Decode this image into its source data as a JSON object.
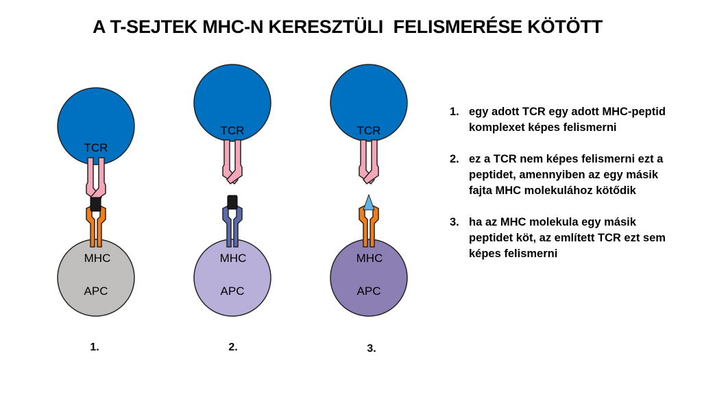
{
  "title": "A T-SEJTEK MHC-N KERESZTÜLI  FELISMERÉSE KÖTÖTT",
  "colors": {
    "tcell": "#0070c0",
    "tcr": "#f4a7b9",
    "mhc_orange": "#f07d17",
    "mhc_blue": "#5b6aa8",
    "peptide_black": "#1a1a1a",
    "peptide_blue": "#63b4e6",
    "apc_gray": "#c0bfbd",
    "apc_lavender": "#b8b0d8",
    "apc_purple": "#8c7fb4"
  },
  "panels": [
    {
      "tcr_label": "TCR",
      "mhc_label": "MHC",
      "apc_label": "APC",
      "number": "1."
    },
    {
      "tcr_label": "TCR",
      "mhc_label": "MHC",
      "apc_label": "APC",
      "number": "2."
    },
    {
      "tcr_label": "TCR",
      "mhc_label": "MHC",
      "apc_label": "APC",
      "number": "3."
    }
  ],
  "notes": [
    {
      "num": "1.",
      "text": "egy adott TCR egy adott MHC-peptid komplexet képes felismerni"
    },
    {
      "num": "2.",
      "text": "ez a TCR nem képes felismerni ezt a peptidet, amennyiben az egy másik fajta MHC molekulához kötődik"
    },
    {
      "num": "3.",
      "text": "ha az MHC molekula egy másik peptidet köt, az említett TCR ezt sem képes felismerni"
    }
  ]
}
